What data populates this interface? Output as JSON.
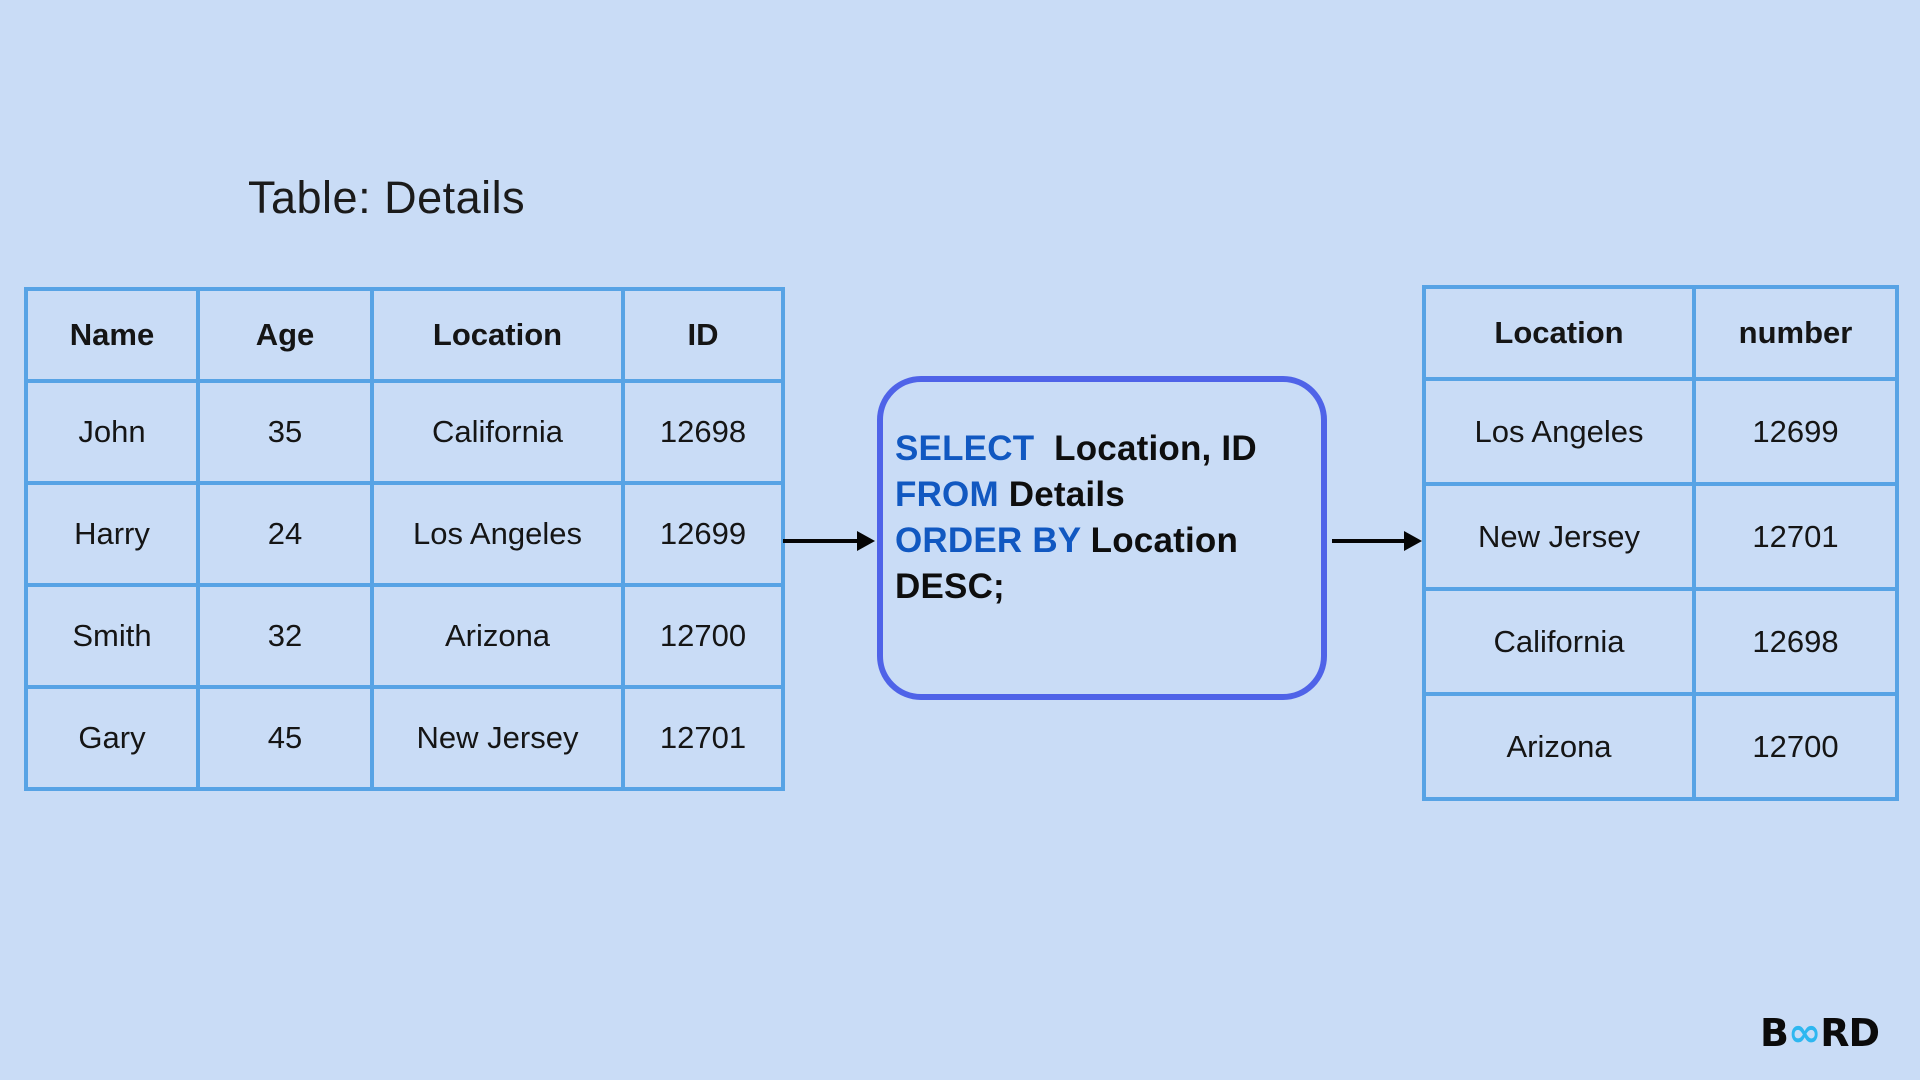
{
  "title": "Table: Details",
  "details_table": {
    "headers": [
      "Name",
      "Age",
      "Location",
      "ID"
    ],
    "rows": [
      [
        "John",
        "35",
        "California",
        "12698"
      ],
      [
        "Harry",
        "24",
        "Los Angeles",
        "12699"
      ],
      [
        "Smith",
        "32",
        "Arizona",
        "12700"
      ],
      [
        "Gary",
        "45",
        "New Jersey",
        "12701"
      ]
    ]
  },
  "query": {
    "lines": [
      {
        "keyword": "SELECT",
        "rest": "  Location, ID"
      },
      {
        "keyword": "FROM",
        "rest": " Details"
      },
      {
        "keyword": "ORDER BY",
        "rest": " Location"
      },
      {
        "keyword": "",
        "rest": "DESC;"
      }
    ]
  },
  "result_table": {
    "headers": [
      "Location",
      "number"
    ],
    "rows": [
      [
        "Los Angeles",
        "12699"
      ],
      [
        "New Jersey",
        "12701"
      ],
      [
        "California",
        "12698"
      ],
      [
        "Arizona",
        "12700"
      ]
    ]
  },
  "logo": {
    "prefix": "B",
    "symbol": "∞",
    "suffix": "RD"
  },
  "colors": {
    "background": "#c9dcf6",
    "table_border": "#57a3e5",
    "query_border": "#4f63e8",
    "keyword": "#1158c1",
    "logo_accent": "#2eb7f0",
    "text": "#131313"
  }
}
